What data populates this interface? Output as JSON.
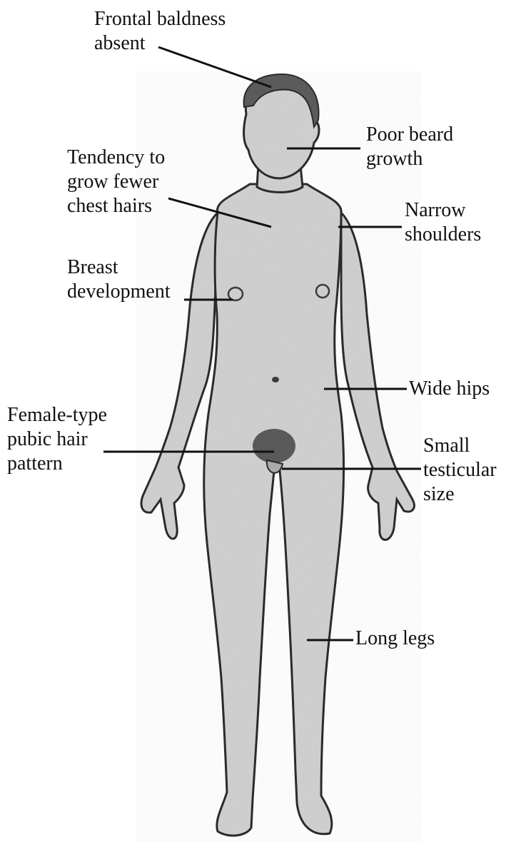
{
  "diagram": {
    "labels": {
      "frontal_baldness": [
        "Frontal baldness",
        "absent"
      ],
      "poor_beard": [
        "Poor beard",
        "growth"
      ],
      "chest_hair": [
        "Tendency to",
        "grow fewer",
        "chest hairs"
      ],
      "narrow_shoulders": [
        "Narrow",
        "shoulders"
      ],
      "breast_development": [
        "Breast",
        "development"
      ],
      "wide_hips": [
        "Wide hips"
      ],
      "female_pubic": [
        "Female-type",
        "pubic hair",
        "pattern"
      ],
      "small_testicular": [
        "Small",
        "testicular",
        "size"
      ],
      "long_legs": [
        "Long legs"
      ]
    },
    "colors": {
      "skin_fill": "#cfcfcf",
      "outline": "#222222",
      "hair": "#555555",
      "leader_line": "#111111"
    }
  }
}
